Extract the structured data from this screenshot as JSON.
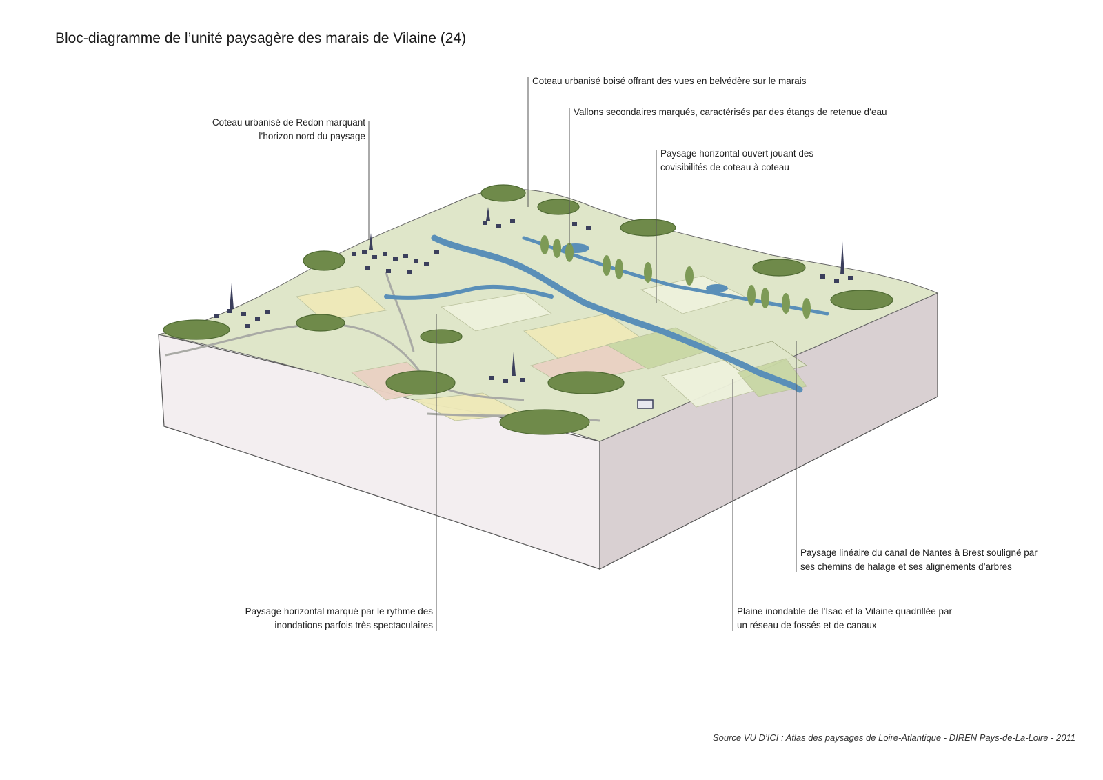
{
  "title": "Bloc-diagramme de l’unité paysagère des marais de Vilaine (24)",
  "annotations": [
    {
      "id": "coteau-redon",
      "lines": [
        "Coteau urbanisé de Redon marquant",
        "l’horizon nord du paysage"
      ]
    },
    {
      "id": "coteau-boise",
      "lines": [
        "Coteau urbanisé boisé offrant des vues en belvédère sur le marais"
      ]
    },
    {
      "id": "vallons",
      "lines": [
        "Vallons secondaires marqués, caractérisés par des étangs de retenue d’eau"
      ]
    },
    {
      "id": "paysage-ouvert",
      "lines": [
        "Paysage horizontal ouvert jouant des",
        "covisibilités de coteau à coteau"
      ]
    },
    {
      "id": "canal",
      "lines": [
        "Paysage linéaire du canal de Nantes à Brest souligné par",
        "ses chemins de halage et ses alignements d’arbres"
      ]
    },
    {
      "id": "plaine",
      "lines": [
        "Plaine inondable de l’Isac et la Vilaine quadrillée par",
        "un réseau de fossés et de canaux"
      ]
    },
    {
      "id": "inondations",
      "lines": [
        "Paysage horizontal marqué par le rythme des",
        "inondations parfois très spectaculaires"
      ]
    }
  ],
  "source": "Source VU D’ICI : Atlas des paysages de Loire-Atlantique - DIREN Pays-de-La-Loire - 2011",
  "colors": {
    "side_left": "#f3eef0",
    "side_right": "#d9d0d2",
    "meadow": "#dfe6c9",
    "field_light": "#eef2dc",
    "field_yellow": "#efeab9",
    "field_pink": "#ead1c3",
    "field_green": "#c9d8a5",
    "water": "#5a8fb8",
    "forest": "#6f8a4a",
    "forest_dark": "#4f6a33",
    "roof": "#3b3f5c",
    "road": "#a9aaa5"
  }
}
